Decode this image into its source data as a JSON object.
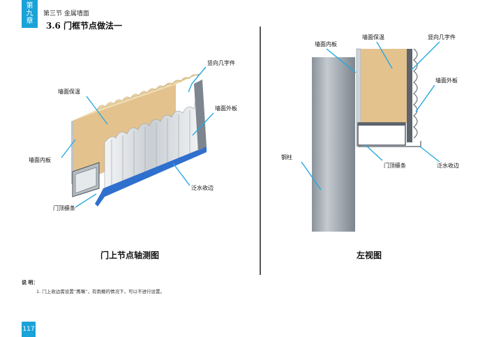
{
  "chapter": {
    "chars": [
      "第",
      "九",
      "章"
    ]
  },
  "section_label": "第三节 金属墙面",
  "heading": "3.6 门框节点做法一",
  "left_figure": {
    "caption": "门上节点轴测图",
    "labels": {
      "vertical_trim": "竖向几字件",
      "insulation": "墙面保温",
      "outer_panel": "墙面外板",
      "inner_panel": "墙面内板",
      "flashing": "泛水收边",
      "door_purlin": "门顶檩条"
    }
  },
  "right_figure": {
    "caption": "左视图",
    "labels": {
      "inner_panel": "墙面内板",
      "insulation": "墙面保温",
      "vertical_trim": "竖向几字件",
      "outer_panel": "墙面外板",
      "steel_column": "钢柱",
      "door_purlin": "门顶檩条",
      "flashing": "泛水收边"
    }
  },
  "notes": {
    "title": "说 明：",
    "items": [
      "1. 门上收边需设置“鹰嘴”，有雨棚的情况下，可以不进行设置。"
    ]
  },
  "page_number": "117",
  "colors": {
    "accent": "#1aa3d8",
    "insulation": "#e3c28d",
    "flashing": "#2f6fce",
    "metal": "#9aa3ad"
  }
}
